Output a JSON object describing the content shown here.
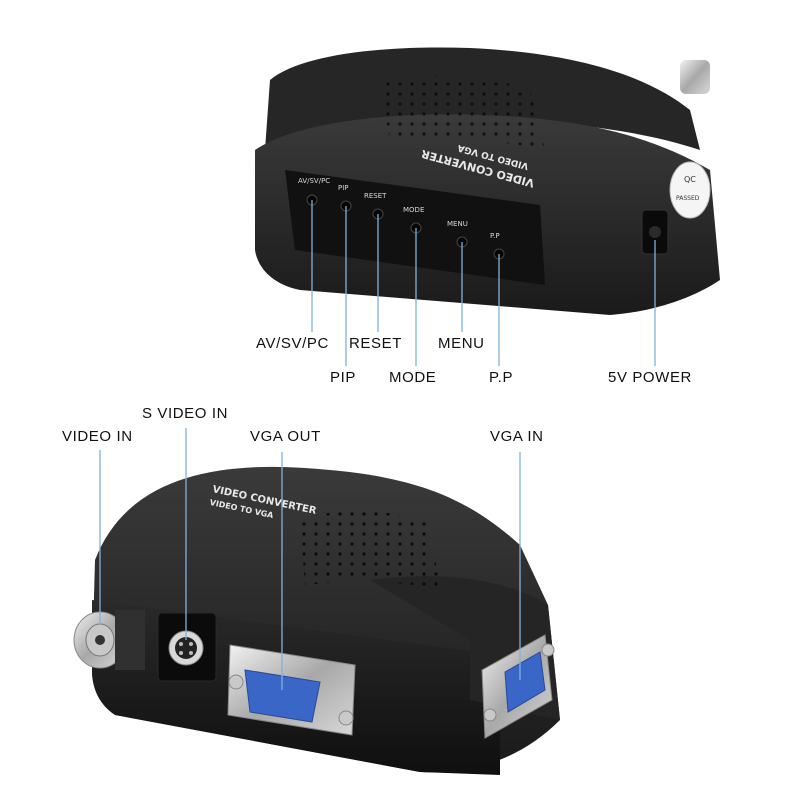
{
  "callouts": {
    "av_sv_pc": "AV/SV/PC",
    "reset": "RESET",
    "menu": "MENU",
    "pip": "PIP",
    "mode": "MODE",
    "pp": "P.P",
    "power": "5V POWER",
    "video_in": "VIDEO IN",
    "s_video_in": "S VIDEO IN",
    "vga_out": "VGA OUT",
    "vga_in": "VGA IN"
  },
  "device_print": {
    "title": "VIDEO CONVERTER",
    "subtitle": "VIDEO TO VGA",
    "qc_line1": "QC",
    "qc_line2": "PASSED",
    "btn_av": "AV/SV/PC",
    "btn_pip": "PIP",
    "btn_reset": "RESET",
    "btn_mode": "MODE",
    "btn_menu": "MENU",
    "btn_pp": "P.P"
  },
  "colors": {
    "device_body": "#1c1c1c",
    "leader_line": "#7fb2dc",
    "vga_connector_blue": "#3a66c8",
    "background": "#ffffff"
  }
}
